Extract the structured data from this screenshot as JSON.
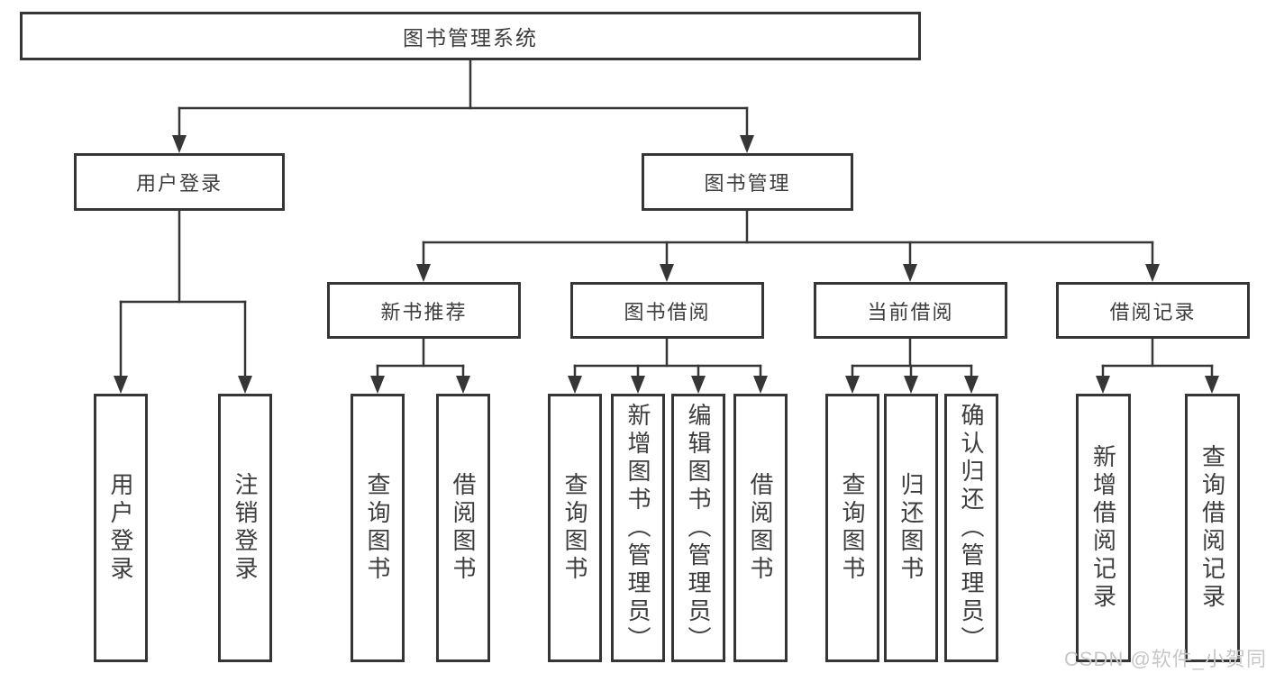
{
  "colors": {
    "line": "#363636",
    "text": "#3d3d3d",
    "watermark": "#c7c7c7",
    "background": "#ffffff"
  },
  "watermark": {
    "text": "CSDN @软件_小贺同学"
  },
  "tree": {
    "label": "图书管理系统",
    "children": [
      {
        "label": "用户登录",
        "children": [
          {
            "label": "用户登录"
          },
          {
            "label": "注销登录"
          }
        ]
      },
      {
        "label": "图书管理",
        "children": [
          {
            "label": "新书推荐",
            "children": [
              {
                "label": "查询图书"
              },
              {
                "label": "借阅图书"
              }
            ]
          },
          {
            "label": "图书借阅",
            "children": [
              {
                "label": "查询图书"
              },
              {
                "label": "新增图书（管理员）"
              },
              {
                "label": "编辑图书（管理员）"
              },
              {
                "label": "借阅图书"
              }
            ]
          },
          {
            "label": "当前借阅",
            "children": [
              {
                "label": "查询图书"
              },
              {
                "label": "归还图书"
              },
              {
                "label": "确认归还（管理员）"
              }
            ]
          },
          {
            "label": "借阅记录",
            "children": [
              {
                "label": "新增借阅记录"
              },
              {
                "label": "查询借阅记录"
              }
            ]
          }
        ]
      }
    ]
  }
}
